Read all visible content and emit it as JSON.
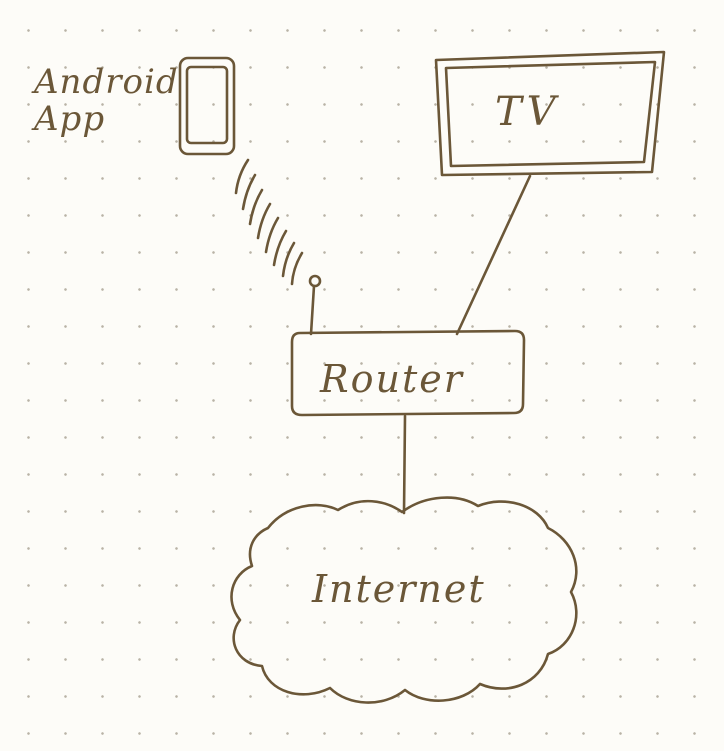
{
  "nodes": {
    "android_app": {
      "line1": "Android",
      "line2": "App",
      "icon": "smartphone-icon"
    },
    "tv": {
      "label": "TV",
      "icon": "television-icon"
    },
    "router": {
      "label": "Router"
    },
    "internet": {
      "label": "Internet",
      "icon": "cloud-icon"
    }
  },
  "edges": [
    {
      "from": "android_app",
      "to": "router",
      "style": "wireless"
    },
    {
      "from": "tv",
      "to": "router",
      "style": "wired"
    },
    {
      "from": "router",
      "to": "internet",
      "style": "wired"
    }
  ],
  "colors": {
    "ink": "#6b5738",
    "paper": "#fdfcf8",
    "dot_grid": "#b9b3a6"
  }
}
